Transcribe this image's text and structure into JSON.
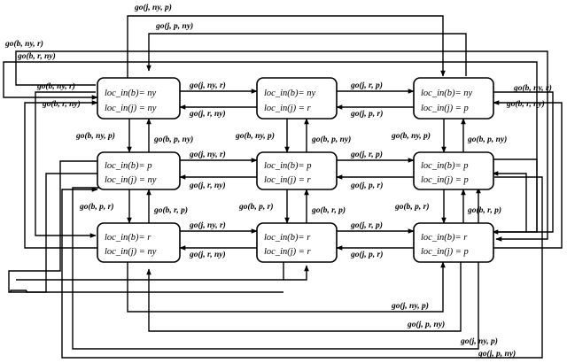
{
  "nodes": [
    {
      "id": "ny_ny",
      "line1": "loc_in(b)= ny",
      "line2": "loc_in(j) = ny"
    },
    {
      "id": "ny_r",
      "line1": "loc_in(b)= ny",
      "line2": "loc_in(j) = r"
    },
    {
      "id": "ny_p",
      "line1": "loc_in(b)= ny",
      "line2": "loc_in(j) = p"
    },
    {
      "id": "p_ny",
      "line1": "loc_in(b)= p",
      "line2": "loc_in(j) = ny"
    },
    {
      "id": "p_r",
      "line1": "loc_in(b)= p",
      "line2": "loc_in(j) = r"
    },
    {
      "id": "p_p",
      "line1": "loc_in(b)= p",
      "line2": "loc_in(j) = p"
    },
    {
      "id": "r_ny",
      "line1": "loc_in(b)= r",
      "line2": "loc_in(j) = ny"
    },
    {
      "id": "r_r",
      "line1": "loc_in(b)= r",
      "line2": "loc_in(j) = r"
    },
    {
      "id": "r_p",
      "line1": "loc_in(b)= r",
      "line2": "loc_in(j) = p"
    }
  ],
  "labels": {
    "top_j_ny_p": "go(j, ny, p)",
    "top_j_p_ny": "go(j, p, ny)",
    "top_b_ny_r": "go(b, ny, r)",
    "top_b_r_ny": "go(b, r, ny)",
    "row1_l_b_ny_r": "go(b, ny, r)",
    "row1_l_b_r_ny": "go(b, r, ny)",
    "row1_j_ny_r": "go(j, ny, r)",
    "row1_j_r_ny": "go(j, r, ny)",
    "row1_j_r_p": "go(j, r, p)",
    "row1_j_p_r": "go(j, p, r)",
    "row1_r_b_ny_r": "go(b, ny, r)",
    "row1_r_b_r_ny": "go(b, r, ny)",
    "col_b_ny_p_1": "go(b, ny, p)",
    "col_b_p_ny_1": "go(b, p, ny)",
    "col_b_ny_p_2": "go(b, ny, p)",
    "col_b_p_ny_2": "go(b, p, ny)",
    "col_b_ny_p_3": "go(b, ny, p)",
    "col_b_p_ny_3": "go(b, p, ny)",
    "row2_j_ny_r": "go(j, ny, r)",
    "row2_j_r_ny": "go(j, r, ny)",
    "row2_j_r_p": "go(j, r, p)",
    "row2_j_p_r": "go(j, p, r)",
    "col_b_p_r_1": "go(b, p, r)",
    "col_b_r_p_1": "go(b, r, p)",
    "col_b_p_r_2": "go(b, p, r)",
    "col_b_r_p_2": "go(b, r, p)",
    "col_b_p_r_3": "go(b, p, r)",
    "col_b_r_p_3": "go(b, r, p)",
    "row3_j_ny_r": "go(j, ny, r)",
    "row3_j_r_ny": "go(j, r, ny)",
    "row3_j_r_p": "go(j, r, p)",
    "row3_j_p_r": "go(j, p, r)",
    "bot_j_ny_p_1": "go(j, ny, p)",
    "bot_j_p_ny_1": "go(j, p, ny)",
    "bot_j_ny_p_2": "go(j, ny, p)",
    "bot_j_p_ny_2": "go(j, p, ny)"
  }
}
